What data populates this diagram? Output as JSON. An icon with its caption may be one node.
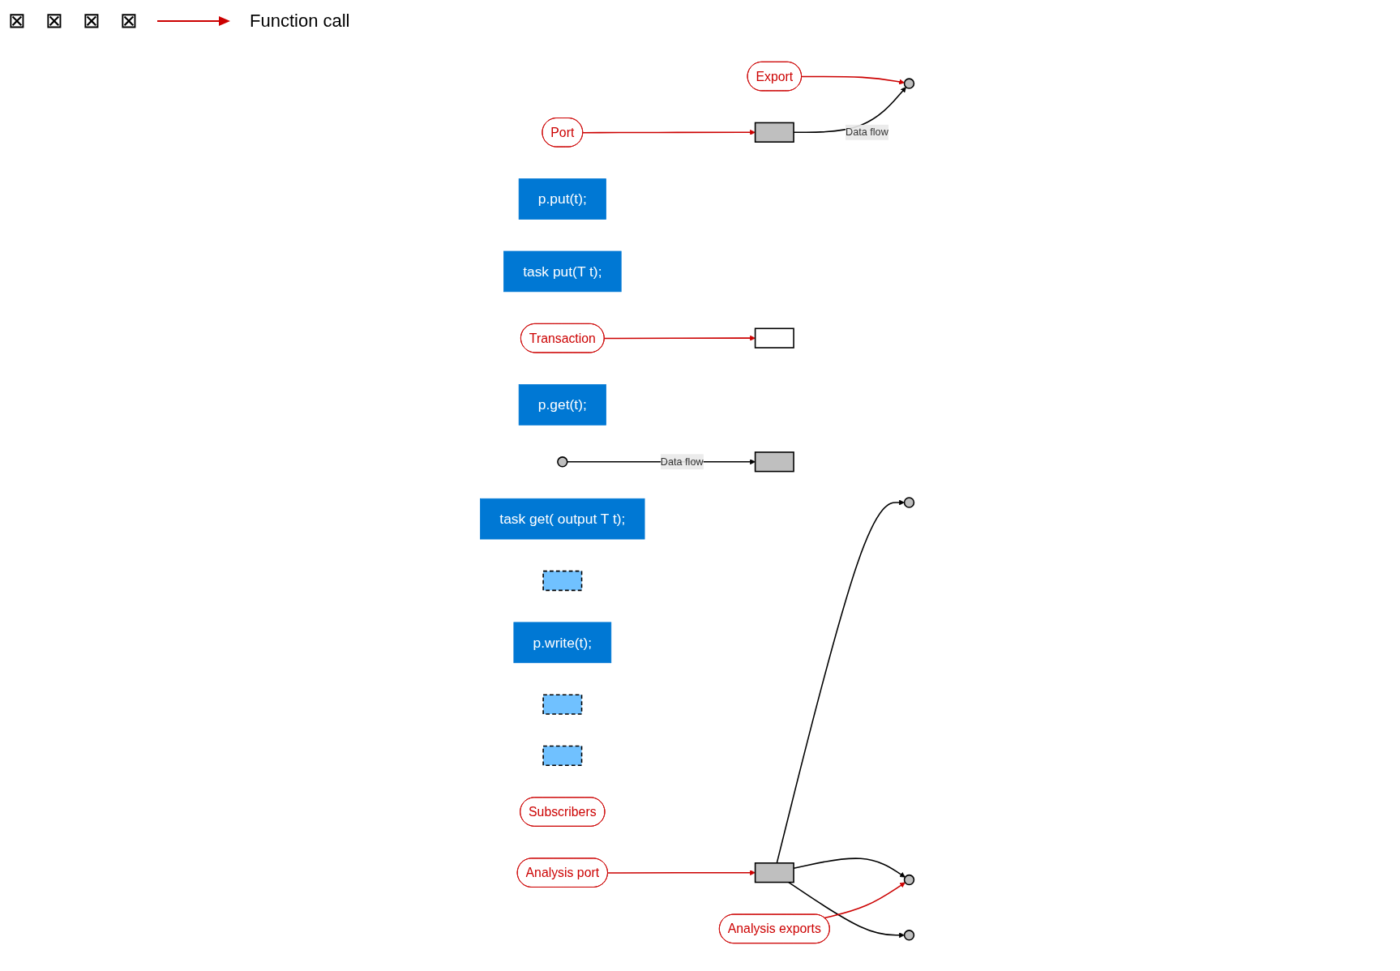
{
  "diagram": {
    "nodes": [
      {
        "text": [
          "Port"
        ]
      },
      {
        "text": [
          "Export"
        ]
      },
      {
        "text": [
          "p.put(t);"
        ]
      },
      {
        "text": [],
        "shape": "box"
      },
      {
        "text": [],
        "shape": "circle"
      },
      {
        "text": [
          "task put(T t);"
        ]
      },
      {
        "text": [
          "Transaction"
        ]
      },
      {
        "text": [],
        "shape": "box"
      },
      {
        "text": [
          "p.get(t);"
        ]
      },
      {
        "text": [],
        "shape": "box"
      },
      {
        "text": [],
        "shape": "circle"
      },
      {
        "text": [
          "task get( output T t);"
        ]
      },
      {
        "text": [],
        "shape": "box"
      },
      {
        "text": [
          "p.write(t);"
        ]
      },
      {
        "text": [],
        "shape": "box"
      },
      {
        "text": [],
        "shape": "circle"
      },
      {
        "text": [],
        "shape": "box"
      },
      {
        "text": [],
        "shape": "circle"
      },
      {
        "text": [],
        "shape": "box"
      },
      {
        "text": [],
        "shape": "circle"
      },
      {
        "text": [
          "Subscribers"
        ]
      },
      {
        "text": [
          "Analysis port"
        ]
      },
      {
        "text": [
          "Analysis exports"
        ]
      }
    ],
    "edges": [
      {
        "from": 0,
        "to": 3,
        "arrow": "to",
        "color": "#cc0000"
      },
      {
        "from": 1,
        "to": 4,
        "arrow": "to",
        "color": "#cc0000"
      },
      {
        "from": 3,
        "to": 4,
        "arrow": "to",
        "label": "Data flow",
        "color": "#000000"
      },
      {
        "from": 6,
        "to": 7,
        "arrow": "to",
        "color": "#cc0000"
      },
      {
        "from": 10,
        "to": 9,
        "arrow": "to",
        "label": "Data flow",
        "color": "#000000"
      },
      {
        "from": 14,
        "to": 15,
        "arrow": "to",
        "color": "#000000"
      },
      {
        "from": 14,
        "to": 17,
        "arrow": "to",
        "color": "#000000"
      },
      {
        "from": 14,
        "to": 19,
        "arrow": "to",
        "color": "#000000"
      },
      {
        "from": 21,
        "to": 14,
        "arrow": "to",
        "color": "#cc0000"
      },
      {
        "from": 22,
        "to": 17,
        "arrow": "to",
        "color": "#cc0000"
      }
    ],
    "labels": [
      "⊠",
      "⊠",
      "⊠",
      "⊠"
    ],
    "legend": [
      {
        "text": "Function call"
      }
    ]
  }
}
